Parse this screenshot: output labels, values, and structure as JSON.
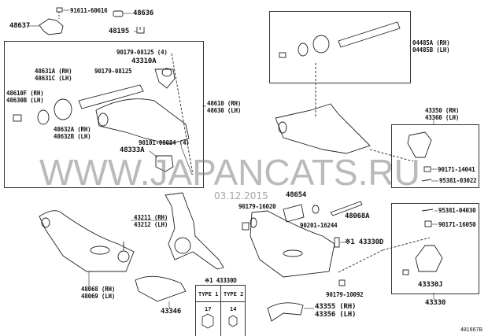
{
  "watermark": {
    "text": "WWW.JAPANCATS.RU",
    "date": "03.12.2015"
  },
  "figure_code": "481667B",
  "labels": {
    "p91611_60616": "91611-60616",
    "p48636": "48636",
    "p48637": "48637",
    "p48195": "48195",
    "p90179_08125_4": "90179-08125 (4)",
    "p43310A": "43310A",
    "p90179_08125": "90179-08125",
    "p48631A": "48631A (RH)",
    "p48631C": "48631C (LH)",
    "p48610F": "48610F (RH)",
    "p48630B": "48630B (LH)",
    "p48632A": "48632A (RH)",
    "p48632B": "48632B (LH)",
    "p48610": "48610 (RH)",
    "p48630": "48630 (LH)",
    "p48333A": "48333A",
    "p90101_08084": "90101-08084 (4)",
    "p04485A": "04485A (RH)",
    "p04485B": "04485B (LH)",
    "p43350": "43350 (RH)",
    "p43360": "43360 (LH)",
    "p90171_14041": "90171-14041",
    "p95381_03022": "95381-03022",
    "p90179_16020": "90179-16020",
    "p48654": "48654",
    "p90201_16244": "90201-16244",
    "p48068A": "48068A",
    "p43330D_a": "※1 43330D",
    "p90179_10092": "90179-10092",
    "p43355": "43355 (RH)",
    "p43356": "43356 (LH)",
    "p95381_04030": "95381-04030",
    "p90171_16050": "90171-16050",
    "p43330J": "43330J",
    "p43330": "43330",
    "p43211": "43211 (RH)",
    "p43212": "43212 (LH)",
    "p48068": "48068 (RH)",
    "p48069": "48069 (LH)",
    "p43346": "43346",
    "p43330D_b": "※1 43330D"
  },
  "type_table": {
    "headers": [
      "TYPE 1",
      "TYPE 2"
    ],
    "sizes": [
      "17",
      "14"
    ]
  }
}
